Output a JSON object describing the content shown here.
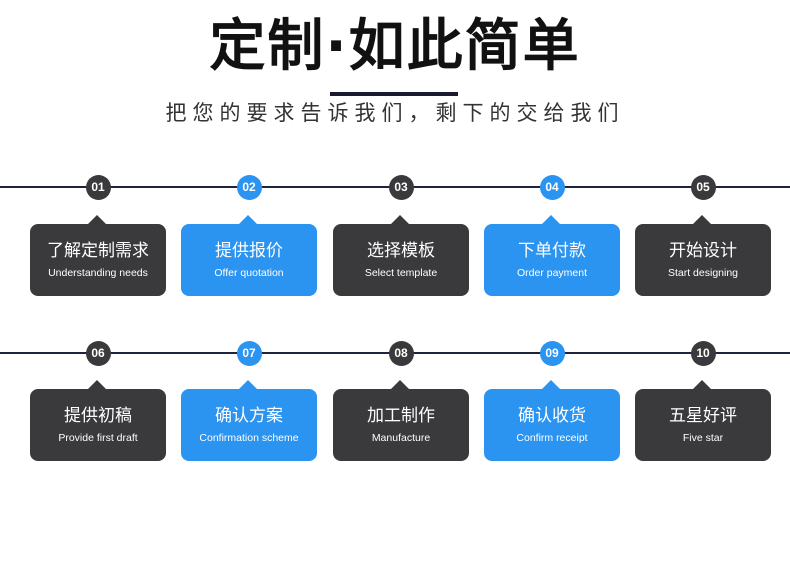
{
  "header": {
    "title": "定制·如此简单",
    "subtitle": "把您的要求告诉我们，剩下的交给我们"
  },
  "colors": {
    "dark": "#3a3a3c",
    "blue": "#2b93f0",
    "line": "#1e2340"
  },
  "steps": [
    {
      "num": "01",
      "title": "了解定制需求",
      "sub": "Understanding needs",
      "style": "dark"
    },
    {
      "num": "02",
      "title": "提供报价",
      "sub": "Offer quotation",
      "style": "blue"
    },
    {
      "num": "03",
      "title": "选择模板",
      "sub": "Select template",
      "style": "dark"
    },
    {
      "num": "04",
      "title": "下单付款",
      "sub": "Order payment",
      "style": "blue"
    },
    {
      "num": "05",
      "title": "开始设计",
      "sub": "Start designing",
      "style": "dark"
    },
    {
      "num": "06",
      "title": "提供初稿",
      "sub": "Provide first draft",
      "style": "dark"
    },
    {
      "num": "07",
      "title": "确认方案",
      "sub": "Confirmation scheme",
      "style": "blue"
    },
    {
      "num": "08",
      "title": "加工制作",
      "sub": "Manufacture",
      "style": "dark"
    },
    {
      "num": "09",
      "title": "确认收货",
      "sub": "Confirm receipt",
      "style": "blue"
    },
    {
      "num": "10",
      "title": "五星好评",
      "sub": "Five star",
      "style": "dark"
    }
  ]
}
